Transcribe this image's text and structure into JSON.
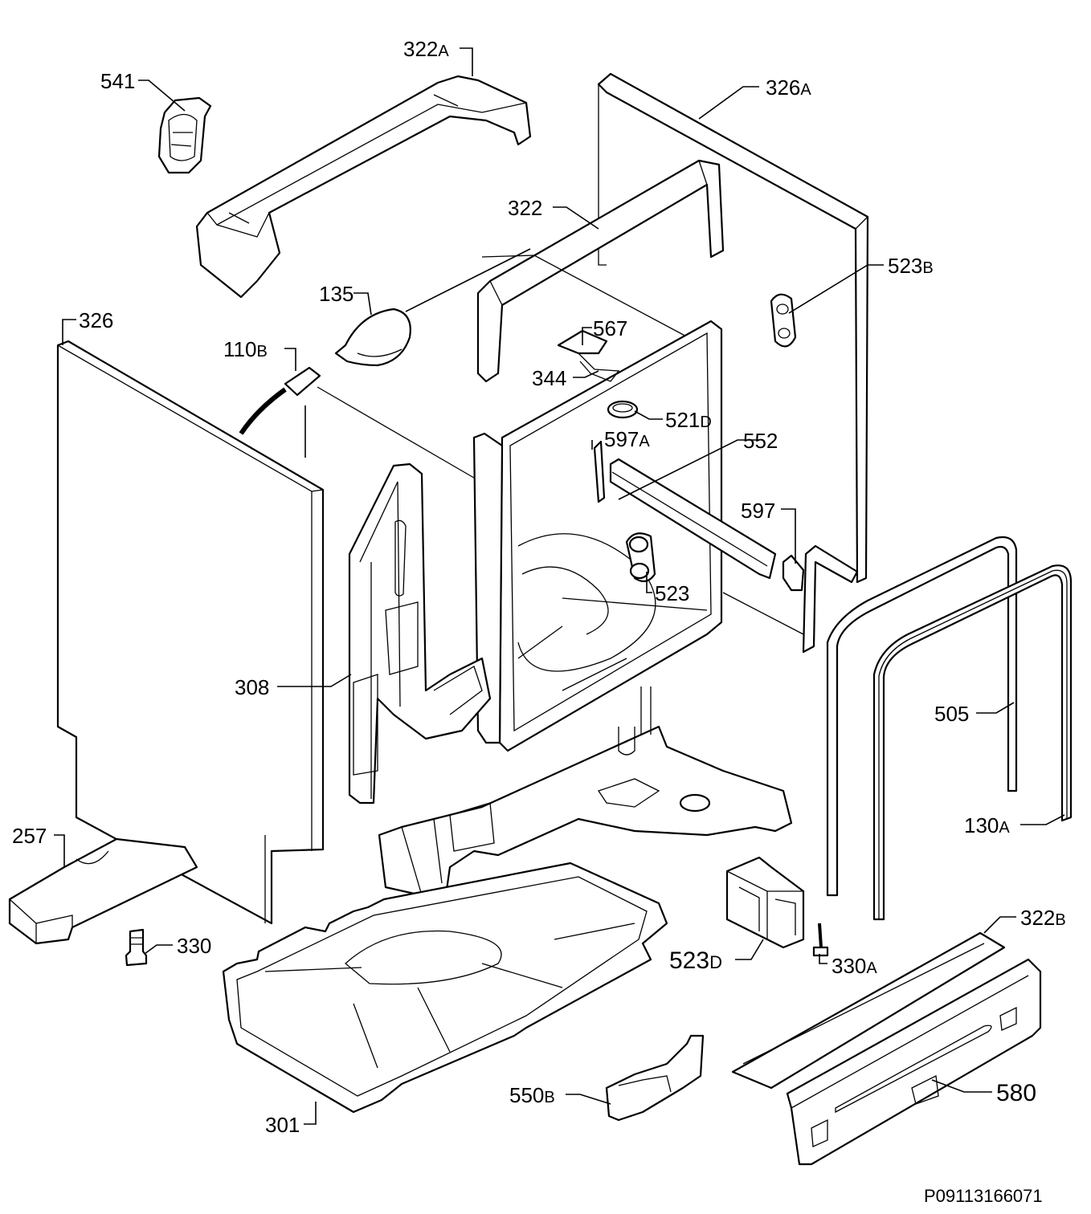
{
  "labels": [
    {
      "id": "l541",
      "num": "541",
      "suf": ""
    },
    {
      "id": "l322a",
      "num": "322",
      "suf": "A"
    },
    {
      "id": "l326a",
      "num": "326",
      "suf": "A"
    },
    {
      "id": "l322",
      "num": "322",
      "suf": ""
    },
    {
      "id": "l523b",
      "num": "523",
      "suf": "B"
    },
    {
      "id": "l135",
      "num": "135",
      "suf": ""
    },
    {
      "id": "l326",
      "num": "326",
      "suf": ""
    },
    {
      "id": "l567",
      "num": "567",
      "suf": ""
    },
    {
      "id": "l110b",
      "num": "110",
      "suf": "B"
    },
    {
      "id": "l344",
      "num": "344",
      "suf": ""
    },
    {
      "id": "l521d",
      "num": "521",
      "suf": "D"
    },
    {
      "id": "l597a",
      "num": "597",
      "suf": "A"
    },
    {
      "id": "l552",
      "num": "552",
      "suf": ""
    },
    {
      "id": "l597",
      "num": "597",
      "suf": ""
    },
    {
      "id": "l523",
      "num": "523",
      "suf": ""
    },
    {
      "id": "l308",
      "num": "308",
      "suf": ""
    },
    {
      "id": "l505",
      "num": "505",
      "suf": ""
    },
    {
      "id": "l130a",
      "num": "130",
      "suf": "A"
    },
    {
      "id": "l257",
      "num": "257",
      "suf": ""
    },
    {
      "id": "l330",
      "num": "330",
      "suf": ""
    },
    {
      "id": "l523d",
      "num": "523",
      "suf": "D"
    },
    {
      "id": "l330a",
      "num": "330",
      "suf": "A"
    },
    {
      "id": "l322b",
      "num": "322",
      "suf": "B"
    },
    {
      "id": "l580",
      "num": "580",
      "suf": ""
    },
    {
      "id": "l550b",
      "num": "550",
      "suf": "B"
    },
    {
      "id": "l301",
      "num": "301",
      "suf": ""
    }
  ],
  "drawing_code": "P09113166071"
}
